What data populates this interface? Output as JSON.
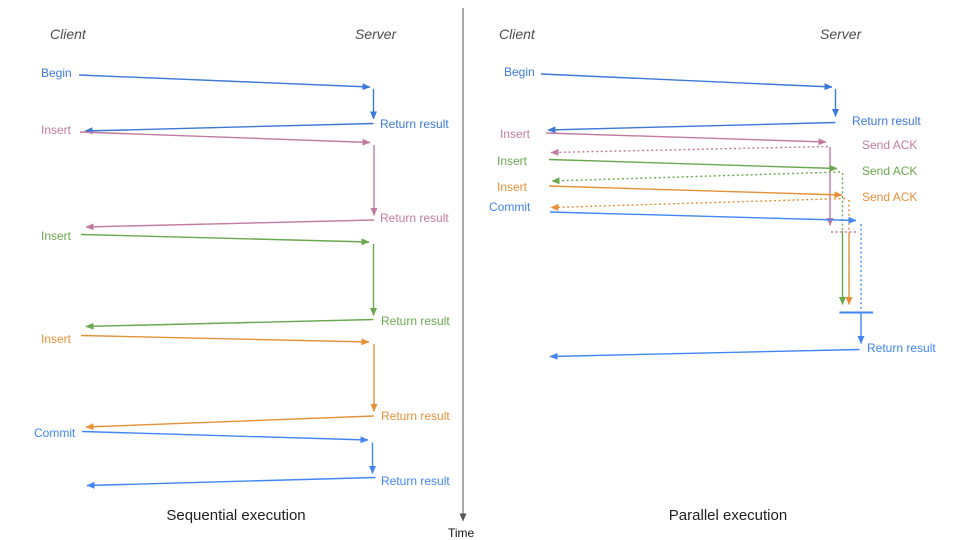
{
  "diagram_type": "sequence-diagram-comparison",
  "colors": {
    "begin_blue": "#3c78d8",
    "commit_blue": "#4285f4",
    "insert_pink": "#c27ba0",
    "insert_green": "#6aa84f",
    "insert_orange": "#e69138",
    "axis_gray": "#555555"
  },
  "time_axis": {
    "label": "Time"
  },
  "sequential": {
    "title": "Sequential execution",
    "client_header": "Client",
    "server_header": "Server",
    "calls": [
      {
        "label": "Begin",
        "response": "Return result",
        "color": "#3c78d8"
      },
      {
        "label": "Insert",
        "response": "Return result",
        "color": "#c27ba0"
      },
      {
        "label": "Insert",
        "response": "Return result",
        "color": "#6aa84f"
      },
      {
        "label": "Insert",
        "response": "Return result",
        "color": "#e69138"
      },
      {
        "label": "Commit",
        "response": "Return result",
        "color": "#4285f4"
      }
    ]
  },
  "parallel": {
    "title": "Parallel execution",
    "client_header": "Client",
    "server_header": "Server",
    "calls": [
      {
        "label": "Begin",
        "response": "Return result",
        "color": "#3c78d8"
      },
      {
        "label": "Insert",
        "response": "Send ACK",
        "color": "#c27ba0"
      },
      {
        "label": "Insert",
        "response": "Send ACK",
        "color": "#6aa84f"
      },
      {
        "label": "Insert",
        "response": "Send ACK",
        "color": "#e69138"
      },
      {
        "label": "Commit",
        "response": "Return result",
        "color": "#4285f4"
      }
    ]
  }
}
